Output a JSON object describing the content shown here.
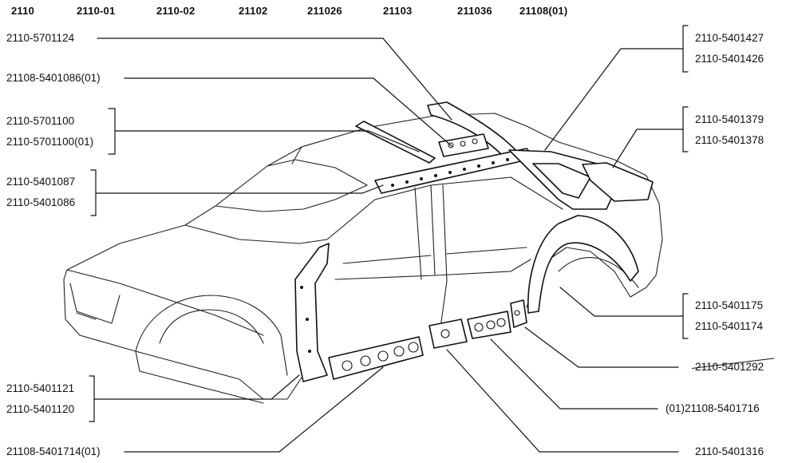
{
  "models": [
    "2110",
    "2110-01",
    "2110-02",
    "21102",
    "211026",
    "21103",
    "211036",
    "21108(01)"
  ],
  "callouts": {
    "c01": [
      "2110-5701124"
    ],
    "c02": [
      "21108-5401086(01)"
    ],
    "c03": [
      "2110-5701100",
      "2110-5701100(01)"
    ],
    "c04": [
      "2110-5401087",
      "2110-5401086"
    ],
    "c05": [
      "2110-5401121",
      "2110-5401120"
    ],
    "c06": [
      "21108-5401714(01)"
    ],
    "c07": [
      "2110-5401427",
      "2110-5401426"
    ],
    "c08": [
      "2110-5401379",
      "2110-5401378"
    ],
    "c09": [
      "2110-5401175",
      "2110-5401174"
    ],
    "c10": [
      "2110-5401292"
    ],
    "c11": [
      "(01)21108-5401716"
    ],
    "c12": [
      "2110-5401316"
    ]
  }
}
